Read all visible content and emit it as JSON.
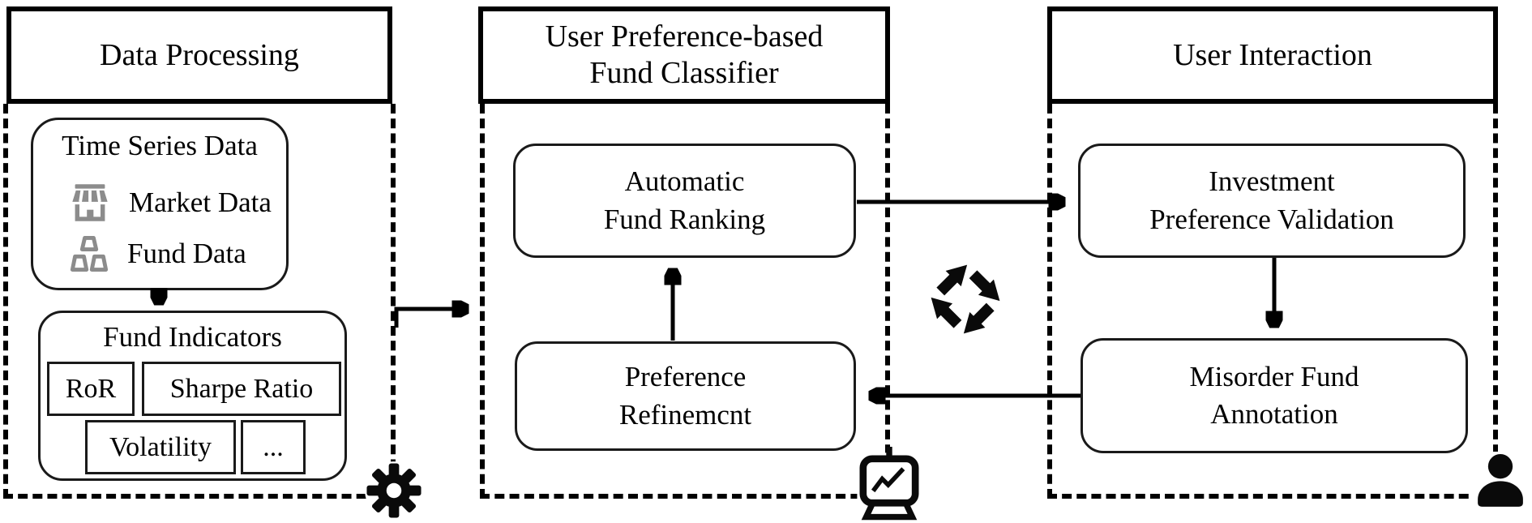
{
  "diagram": {
    "left_panel": {
      "title": "Data Processing",
      "time_series_box": {
        "title": "Time Series Data",
        "rows": [
          {
            "icon": "market-storefront-icon",
            "label": "Market Data"
          },
          {
            "icon": "fund-ingots-icon",
            "label": "Fund Data"
          }
        ]
      },
      "fund_indicators_box": {
        "title": "Fund Indicators",
        "chips": [
          "RoR",
          "Sharpe Ratio",
          "Volatility",
          "..."
        ]
      },
      "corner_icon": "gear-icon"
    },
    "middle_panel": {
      "title_line1": "User Preference-based",
      "title_line2": "Fund Classifier",
      "automatic_box": {
        "line1": "Automatic",
        "line2": "Fund Ranking"
      },
      "preference_box": {
        "line1": "Preference",
        "line2": "Refinemcnt"
      },
      "corner_icon": "presentation-chart-icon"
    },
    "right_panel": {
      "title": "User Interaction",
      "investment_box": {
        "line1": "Investment",
        "line2": "Preference Validation"
      },
      "misorder_box": {
        "line1": "Misorder Fund",
        "line2": "Annotation"
      },
      "corner_icon": "user-icon"
    },
    "between_middle_right_icon": "loop-arrows-icon",
    "colors": {
      "ink": "#000000",
      "icon_gray": "#8c8c8c",
      "background": "#ffffff"
    }
  }
}
